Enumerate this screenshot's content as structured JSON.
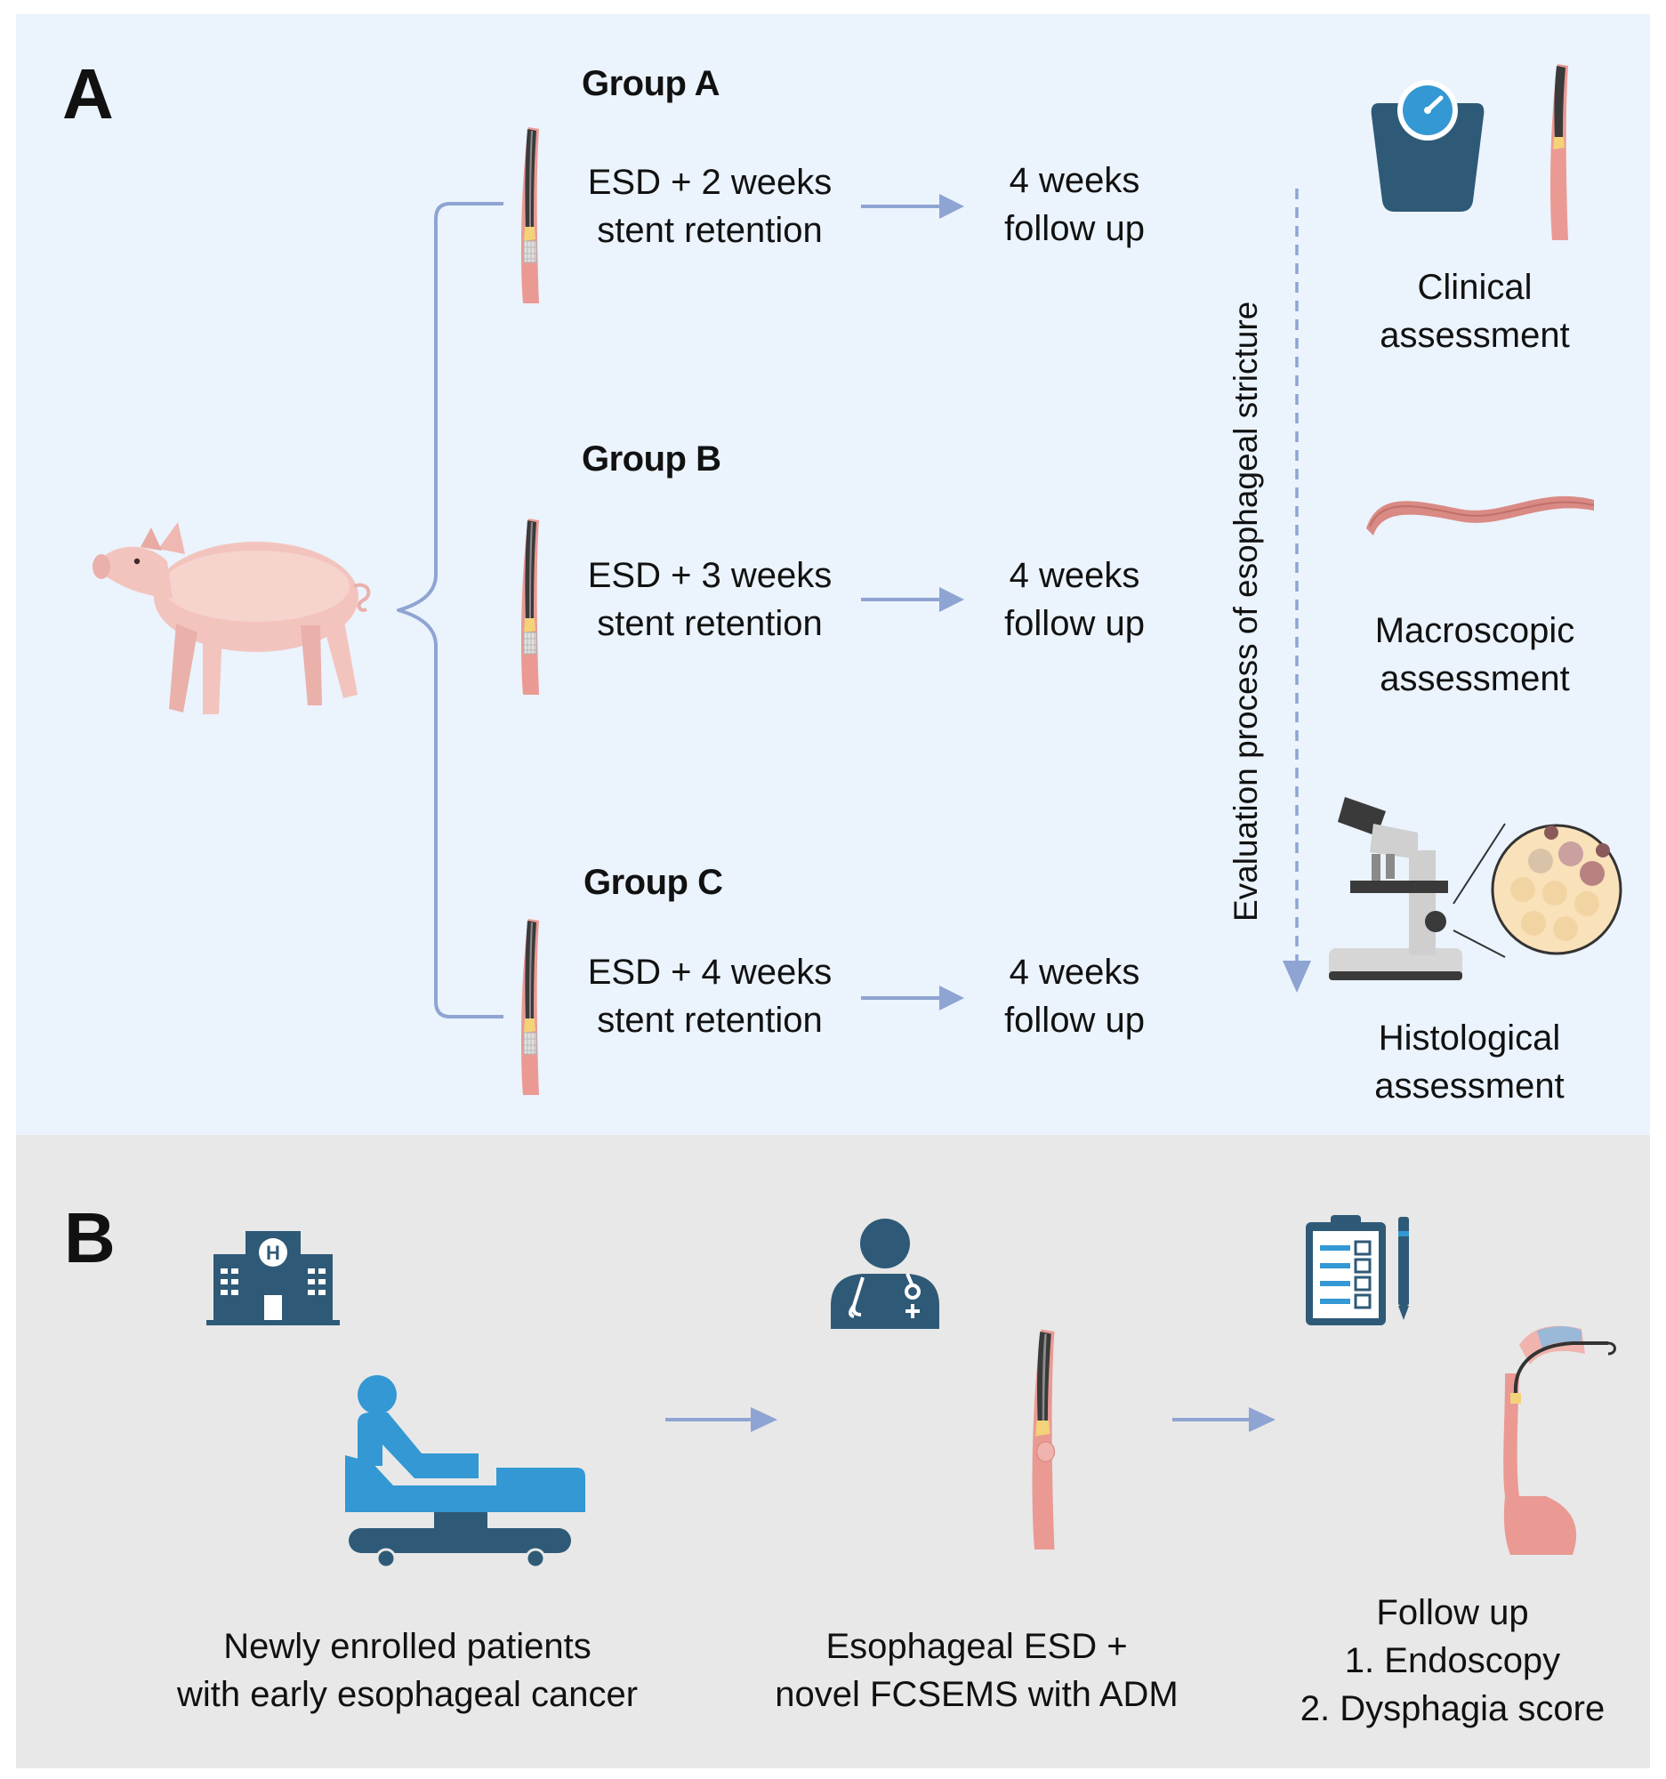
{
  "panel_a": {
    "letter": "A",
    "groups": [
      {
        "title": "Group A",
        "line1": "ESD + 2 weeks",
        "line2": "stent retention",
        "follow1": "4 weeks",
        "follow2": "follow up"
      },
      {
        "title": "Group B",
        "line1": "ESD + 3 weeks",
        "line2": "stent retention",
        "follow1": "4 weeks",
        "follow2": "follow up"
      },
      {
        "title": "Group C",
        "line1": "ESD + 4 weeks",
        "line2": "stent retention",
        "follow1": "4 weeks",
        "follow2": "follow up"
      }
    ],
    "evaluation_label": "Evaluation process of esophageal stricture",
    "assessments": [
      {
        "line1": "Clinical",
        "line2": "assessment",
        "icon": "weighing-scale-icon"
      },
      {
        "line1": "Macroscopic",
        "line2": "assessment",
        "icon": "esophagus-specimen-icon"
      },
      {
        "line1": "Histological",
        "line2": "assessment",
        "icon": "microscope-icon"
      }
    ]
  },
  "panel_b": {
    "letter": "B",
    "steps": [
      {
        "line1": "Newly enrolled patients",
        "line2": "with early esophageal cancer",
        "icons": [
          "hospital-icon",
          "patient-bed-icon"
        ]
      },
      {
        "line1": "Esophageal ESD +",
        "line2": "novel FCSEMS with ADM",
        "icons": [
          "doctor-icon",
          "esophageal-stent-icon"
        ]
      },
      {
        "title": "Follow up",
        "items": [
          "1.  Endoscopy",
          "2.  Dysphagia score"
        ],
        "icons": [
          "clipboard-checklist-icon",
          "endoscopy-icon"
        ]
      }
    ]
  },
  "colors": {
    "panel_a_bg": "#ebf3fc",
    "panel_b_bg": "#e8e8e8",
    "arrow": "#8ea4d2",
    "icon_dark": "#2f5a77",
    "icon_blue": "#3398d3",
    "tissue_pink": "#e9a39a"
  }
}
